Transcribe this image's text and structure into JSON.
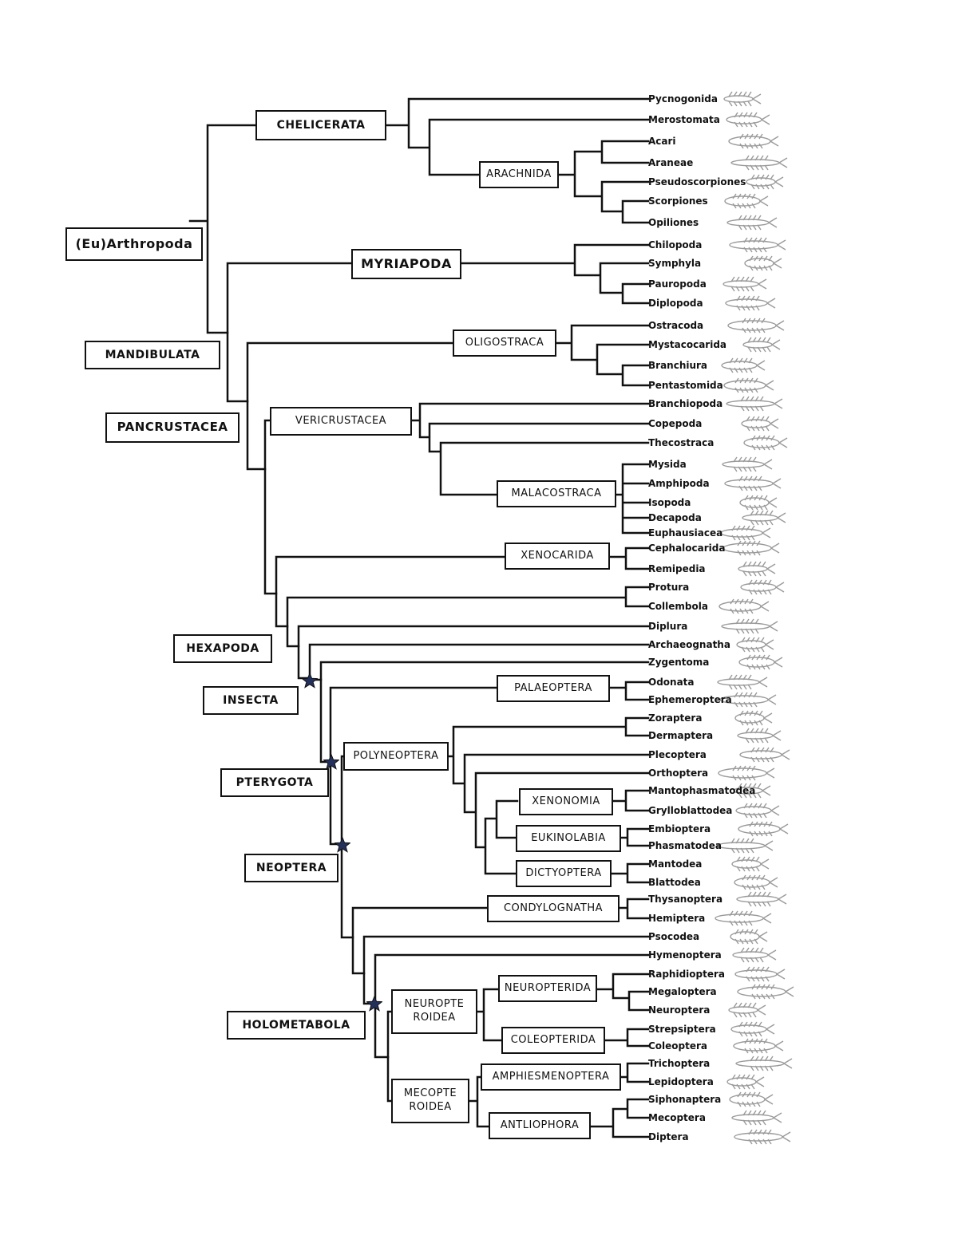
{
  "groups": {
    "euarthropoda": "(Eu)Arthropoda",
    "mandibulata": "MANDIBULATA",
    "pancrustacea": "PANCRUSTACEA",
    "hexapoda": "HEXAPODA",
    "insecta": "INSECTA",
    "pterygota": "PTERYGOTA",
    "neoptera": "NEOPTERA",
    "holometabola": "HOLOMETABOLA"
  },
  "clades": {
    "chelicerata": "CHELICERATA",
    "arachnida": "ARACHNIDA",
    "myriapoda": "MYRIAPODA",
    "oligostraca": "OLIGOSTRACA",
    "vericrustacea": "VERICRUSTACEA",
    "malacostraca": "MALACOSTRACA",
    "xenocarida": "XENOCARIDA",
    "palaeoptera": "PALAEOPTERA",
    "polyneoptera": "POLYNEOPTERA",
    "xenonomia": "XENONOMIA",
    "eukinolabia": "EUKINOLABIA",
    "dictyoptera": "DICTYOPTERA",
    "condylognatha": "CONDYLOGNATHA",
    "neuropteroidea": "NEUROPTE\nROIDEA",
    "neuropterida": "NEUROPTERIDA",
    "coleopterida": "COLEOPTERIDA",
    "mecopteroidea": "MECOPTE\nROIDEA",
    "amphiesmenoptera": "AMPHIESMENOPTERA",
    "antliophora": "ANTLIOPHORA"
  },
  "taxa": [
    "Pycnogonida",
    "Merostomata",
    "Acari",
    "Araneae",
    "Pseudoscorpiones",
    "Scorpiones",
    "Opiliones",
    "Chilopoda",
    "Symphyla",
    "Pauropoda",
    "Diplopoda",
    "Ostracoda",
    "Mystacocarida",
    "Branchiura",
    "Pentastomida",
    "Branchiopoda",
    "Copepoda",
    "Thecostraca",
    "Mysida",
    "Amphipoda",
    "Isopoda",
    "Decapoda",
    "Euphausiacea",
    "Cephalocarida",
    "Remipedia",
    "Protura",
    "Collembola",
    "Diplura",
    "Archaeognatha",
    "Zygentoma",
    "Odonata",
    "Ephemeroptera",
    "Zoraptera",
    "Dermaptera",
    "Plecoptera",
    "Orthoptera",
    "Mantophasmatodea",
    "Grylloblattodea",
    "Embioptera",
    "Phasmatodea",
    "Mantodea",
    "Blattodea",
    "Thysanoptera",
    "Hemiptera",
    "Psocodea",
    "Hymenoptera",
    "Raphidioptera",
    "Megaloptera",
    "Neuroptera",
    "Strepsiptera",
    "Coleoptera",
    "Trichoptera",
    "Lepidoptera",
    "Siphonaptera",
    "Mecoptera",
    "Diptera"
  ],
  "colors": {
    "line": "#111111",
    "star_fill": "#24305c",
    "illustration": "#9a9a9a"
  }
}
